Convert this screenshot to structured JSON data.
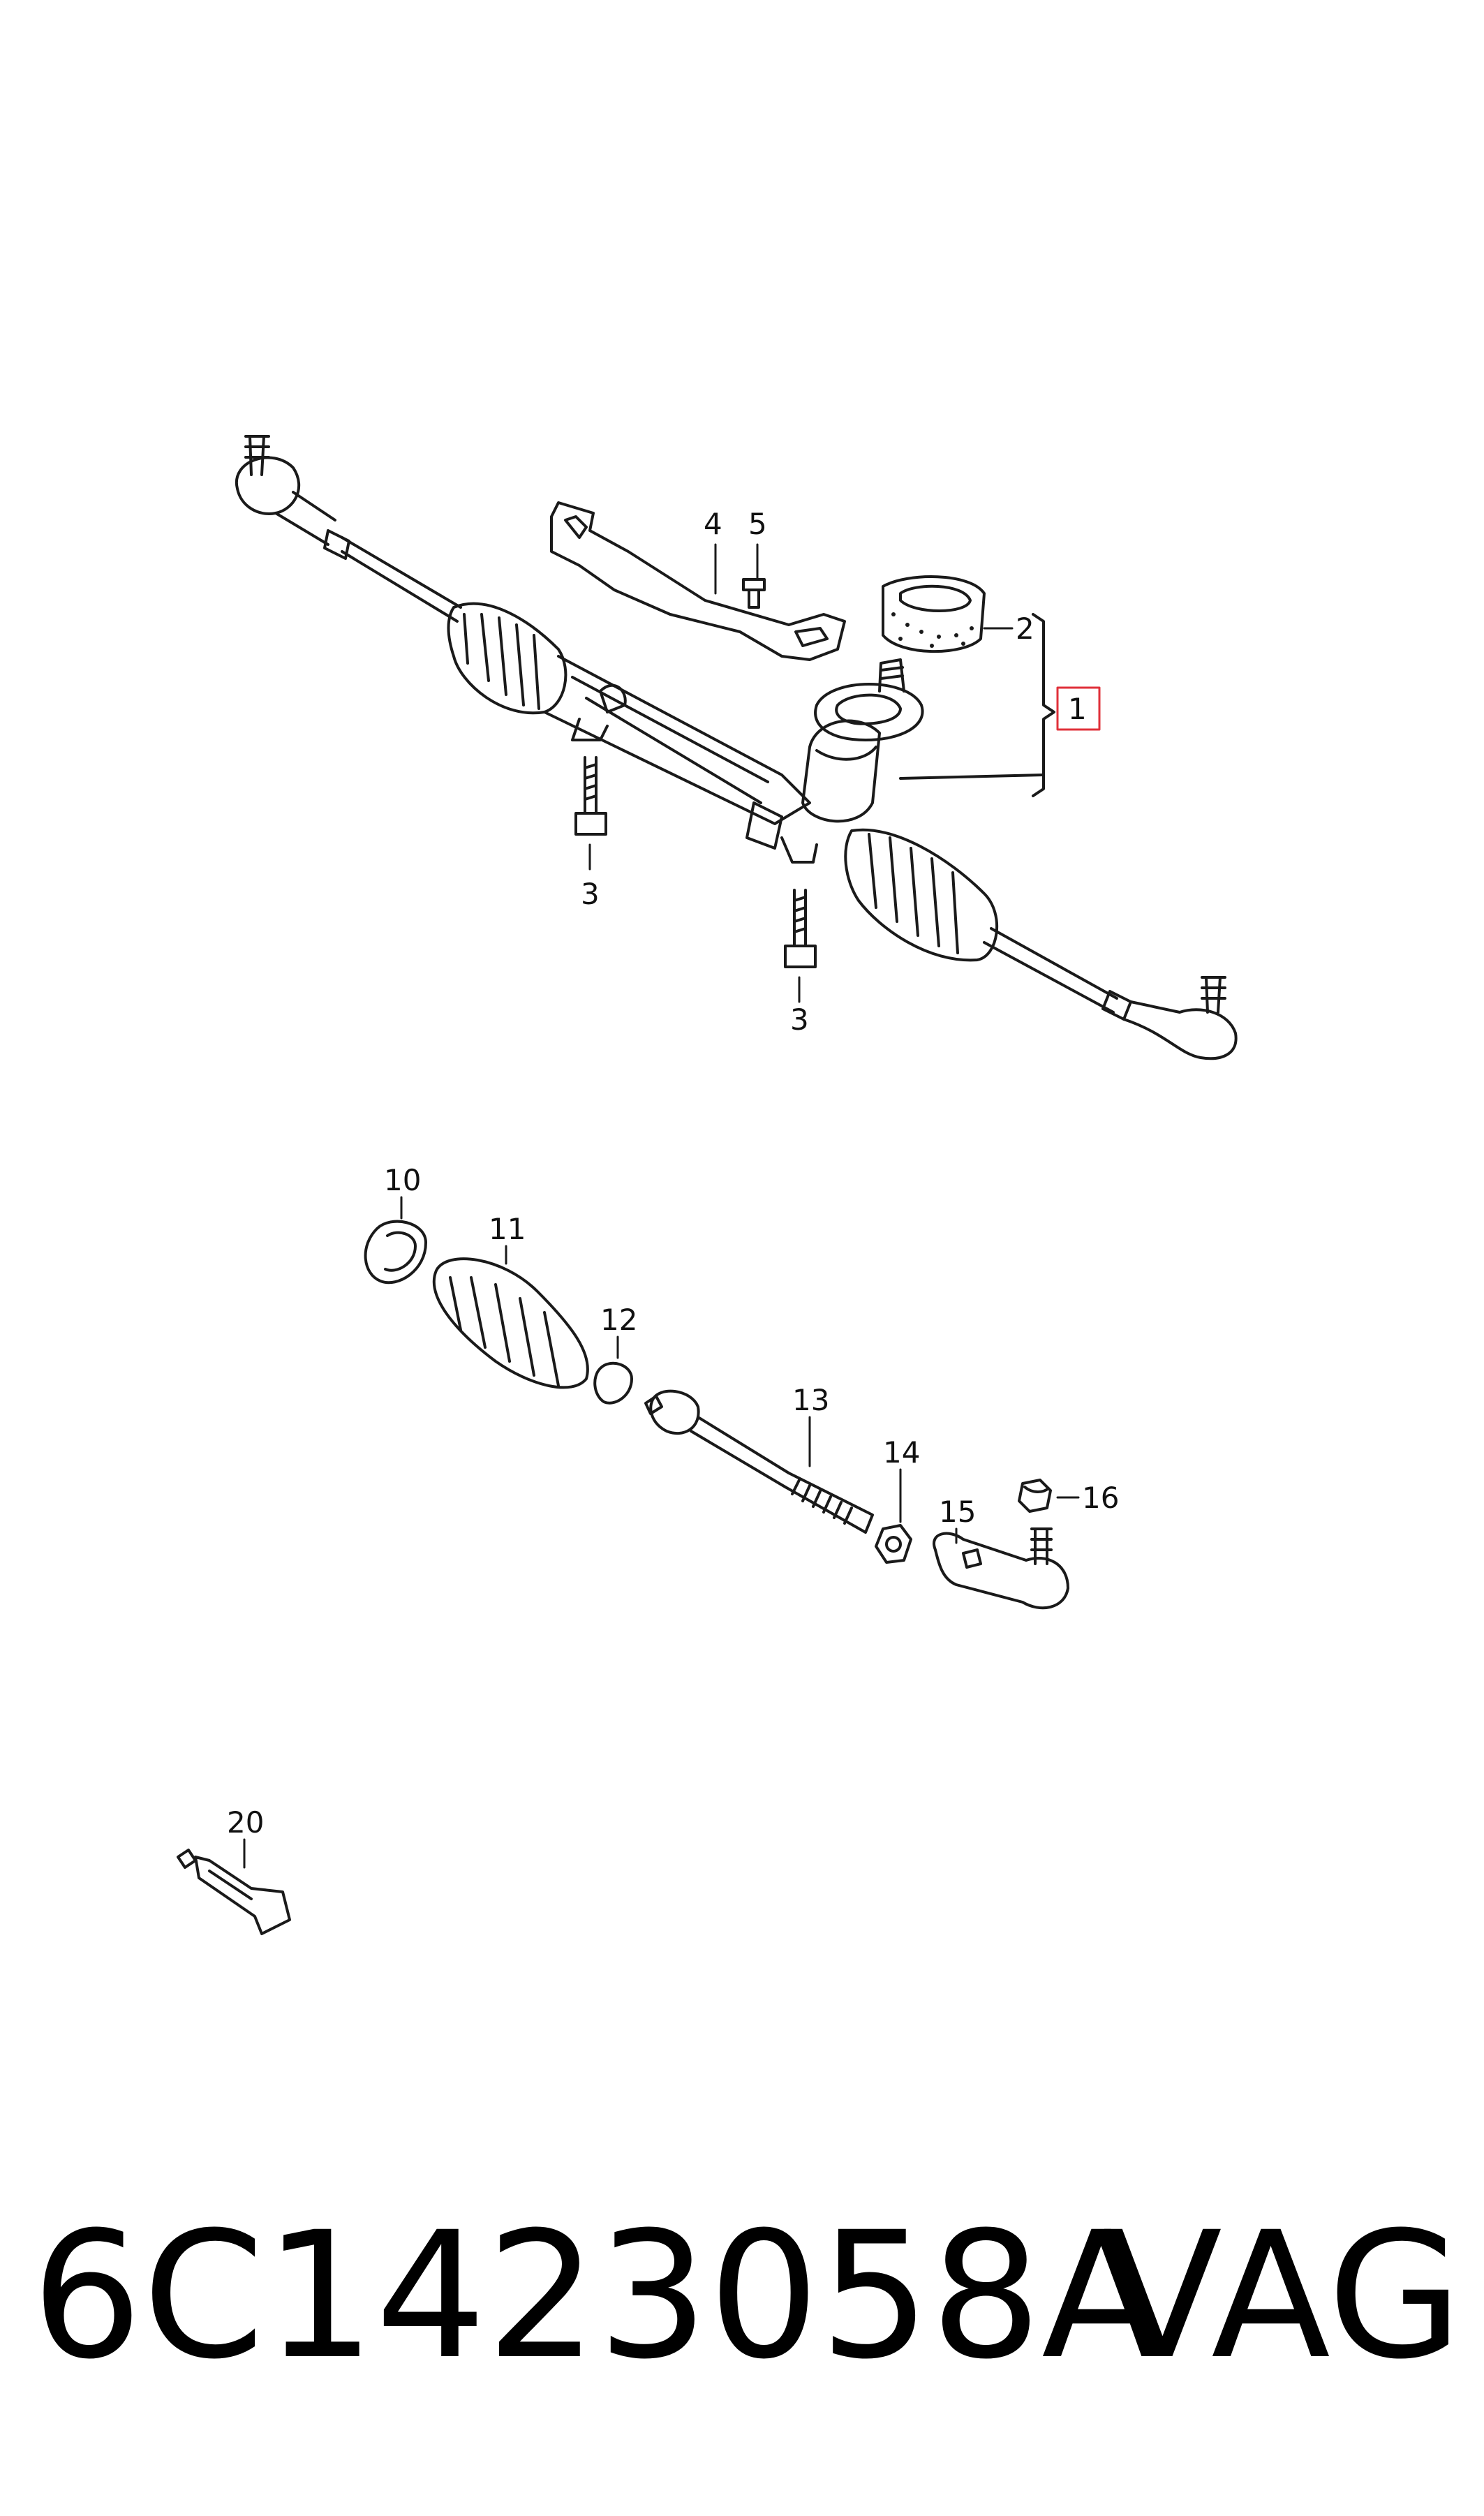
{
  "diagram": {
    "callouts": {
      "c1": "1",
      "c2": "2",
      "c3a": "3",
      "c3b": "3",
      "c4": "4",
      "c5": "5",
      "c10": "10",
      "c11": "11",
      "c12": "12",
      "c13": "13",
      "c14": "14",
      "c15": "15",
      "c16": "16",
      "c20": "20"
    },
    "highlight_color": "#e0303a"
  },
  "footer": {
    "part_number": "6C1423058A",
    "brand": "VAG"
  }
}
